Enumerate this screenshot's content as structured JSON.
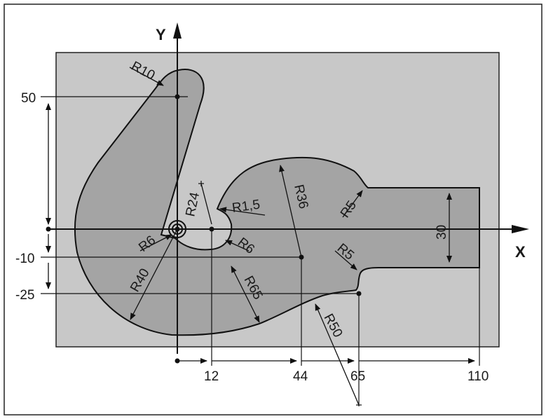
{
  "axes": {
    "y_label": "Y",
    "x_label": "X"
  },
  "dimensions": {
    "x": [
      "12",
      "44",
      "65",
      "110"
    ],
    "y": [
      "50",
      "-10",
      "-25"
    ],
    "height_30": "30"
  },
  "radius_labels": {
    "r10": "R10",
    "r24": "R24",
    "r1_5": "R1,5",
    "r36": "R36",
    "r5_upper": "R5",
    "r5_lower": "R5",
    "r6_left": "R6",
    "r6_right": "R6",
    "r40": "R40",
    "r65": "R65",
    "r50": "R50"
  },
  "colors": {
    "stock": "#c8c8c8",
    "part": "#a4a4a4",
    "outline": "#111111"
  }
}
